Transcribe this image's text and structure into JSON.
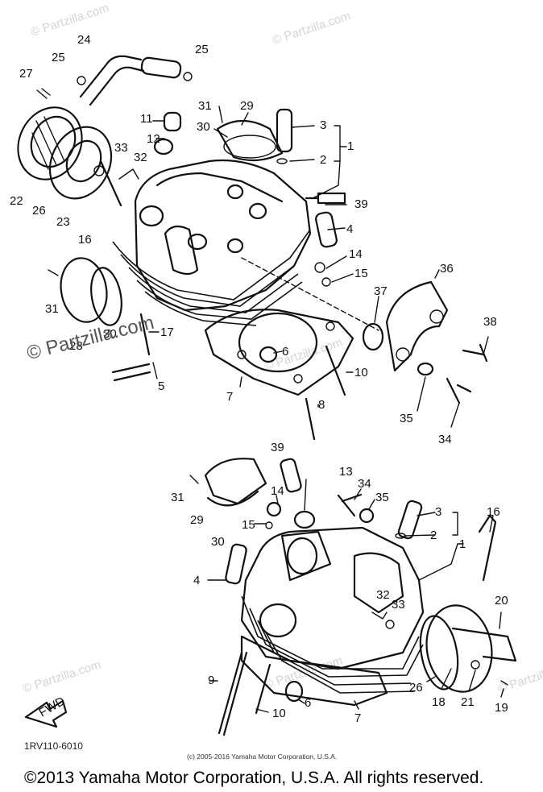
{
  "diagram": {
    "watermark_text": "© Partzilla.com",
    "faint_watermark": "© Partzilla.com",
    "diagram_code": "1RV110-6010",
    "inner_copyright": "(c) 2005-2016 Yamaha Motor Corporation, U.S.A.",
    "copyright_line": "©2013 Yamaha Motor Corporation, U.S.A. All rights reserved.",
    "fwd_label": "FWD",
    "bracket_label": "1"
  },
  "callouts": [
    "24",
    "25",
    "25",
    "27",
    "31",
    "29",
    "3",
    "11",
    "30",
    "12",
    "2",
    "1",
    "33",
    "32",
    "22",
    "26",
    "23",
    "16",
    "39",
    "4",
    "36",
    "14",
    "15",
    "31",
    "37",
    "17",
    "30",
    "28",
    "38",
    "6",
    "10",
    "5",
    "7",
    "8",
    "35",
    "34",
    "39",
    "13",
    "34",
    "35",
    "3",
    "31",
    "14",
    "16",
    "29",
    "15",
    "2",
    "1",
    "30",
    "4",
    "32",
    "33",
    "20",
    "9",
    "6",
    "26",
    "18",
    "21",
    "19",
    "10",
    "7"
  ]
}
